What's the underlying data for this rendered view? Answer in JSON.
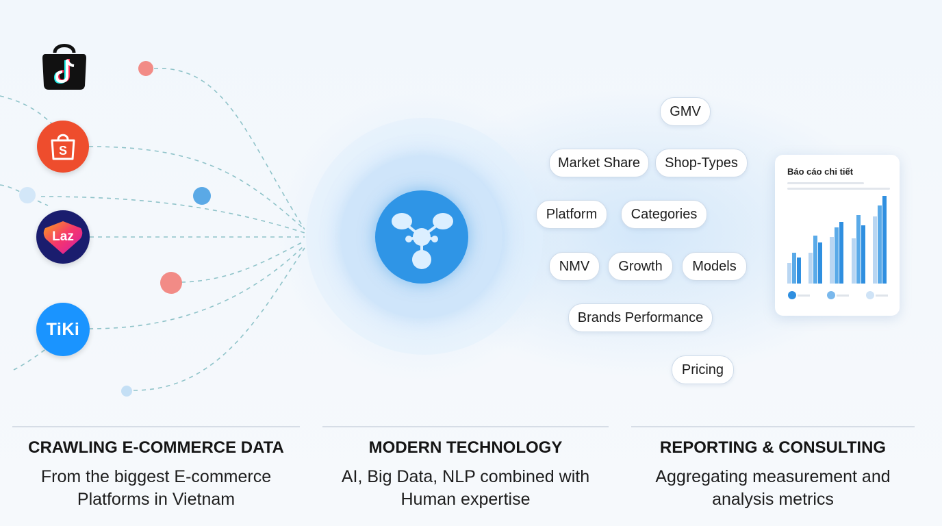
{
  "platforms": [
    {
      "name": "tiktok-shop",
      "icon": "tiktok-shop-bag-icon",
      "color": "#111111"
    },
    {
      "name": "shopee",
      "icon": "shopee-bag-icon",
      "color": "#ee4d2d",
      "glyph": "S"
    },
    {
      "name": "lazada",
      "icon": "lazada-heart-icon",
      "color": "#1a1d6e",
      "text": "Laz"
    },
    {
      "name": "tiki",
      "icon": "tiki-logo-icon",
      "color": "#1a94ff",
      "text": "TiKi"
    }
  ],
  "hub": {
    "icon": "network-nodes-icon",
    "color": "#2f95e6"
  },
  "metrics": [
    "GMV",
    "Market Share",
    "Shop-Types",
    "Platform",
    "Categories",
    "NMV",
    "Growth",
    "Models",
    "Brands Performance",
    "Pricing"
  ],
  "report": {
    "title": "Báo cáo chi tiết",
    "icon": "bar-chart-report-icon",
    "bar_colors": [
      "#b9d6f2",
      "#5aaae8",
      "#2f8fe0"
    ]
  },
  "sections": [
    {
      "title": "CRAWLING E-COMMERCE DATA",
      "desc_line1": "From the biggest E-commerce",
      "desc_line2": "Platforms in Vietnam"
    },
    {
      "title": "MODERN TECHNOLOGY",
      "desc_line1": "AI, Big Data, NLP combined with",
      "desc_line2": "Human expertise"
    },
    {
      "title": "REPORTING & CONSULTING",
      "desc_line1": "Aggregating measurement and",
      "desc_line2": "analysis metrics"
    }
  ],
  "colors": {
    "accent_blue": "#2f95e6",
    "dot_red": "#f28b86",
    "dot_blue": "#5aa9e6",
    "line": "#8fc3c9"
  }
}
